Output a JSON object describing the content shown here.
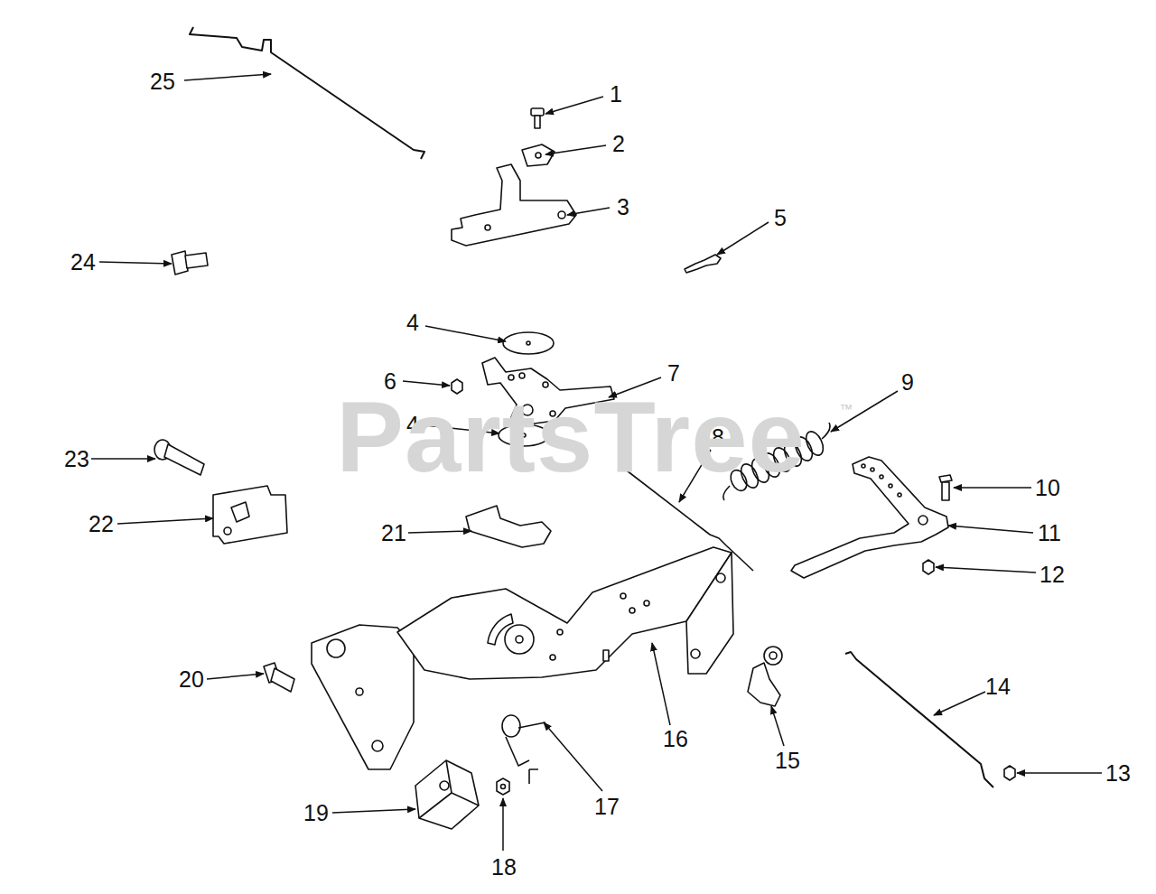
{
  "diagram": {
    "labels": [
      "25",
      "1",
      "2",
      "3",
      "5",
      "24",
      "4",
      "6",
      "7",
      "4",
      "9",
      "8",
      "23",
      "10",
      "22",
      "21",
      "11",
      "12",
      "20",
      "16",
      "15",
      "14",
      "13",
      "17",
      "19",
      "18",
      "PartsTree",
      "™"
    ]
  }
}
